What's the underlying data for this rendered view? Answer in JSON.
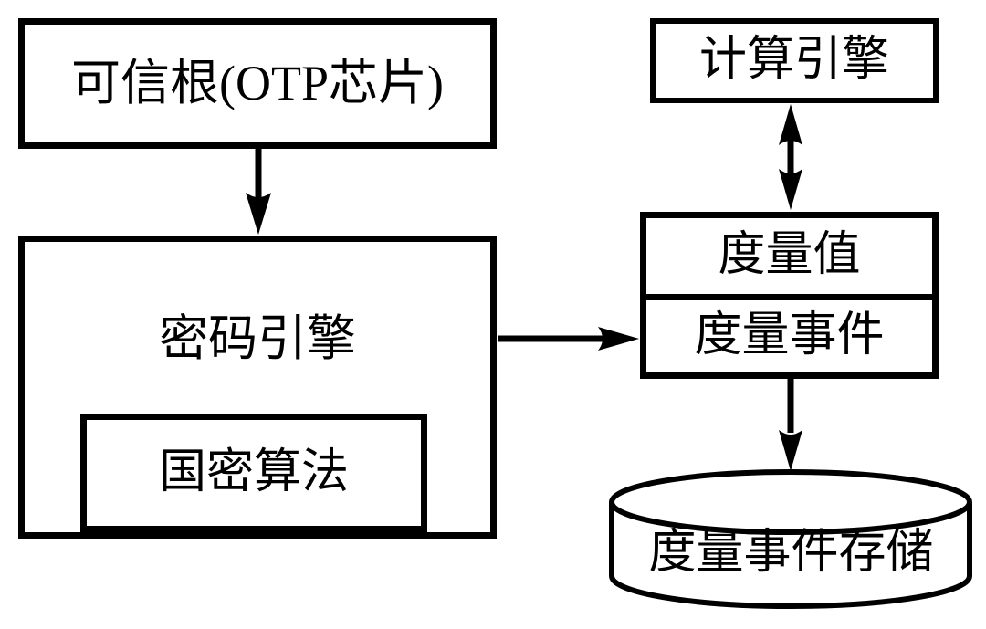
{
  "diagram": {
    "type": "block-architecture-diagram",
    "colors": {
      "background": "#ffffff",
      "stroke": "#000000",
      "text": "#000000"
    },
    "nodes": {
      "trusted_root": {
        "label": "可信根(OTP芯片)",
        "shape": "rectangle"
      },
      "crypto_engine": {
        "label": "密码引擎",
        "shape": "rectangle"
      },
      "gm_algorithm": {
        "label": "国密算法",
        "shape": "rectangle",
        "nested_in": "密码引擎"
      },
      "compute_engine": {
        "label": "计算引擎",
        "shape": "rectangle"
      },
      "measurement_value": {
        "label": "度量值",
        "shape": "rectangle-cell"
      },
      "measurement_event": {
        "label": "度量事件",
        "shape": "rectangle-cell"
      },
      "measurement_event_storage": {
        "label": "度量事件存储",
        "shape": "cylinder"
      }
    },
    "edges": [
      {
        "from": "可信根(OTP芯片)",
        "to": "密码引擎",
        "direction": "down",
        "style": "single-arrow"
      },
      {
        "from": "计算引擎",
        "to": "度量值",
        "direction": "vertical",
        "style": "double-headed-arrow"
      },
      {
        "from": "密码引擎",
        "to": "度量事件",
        "direction": "right",
        "style": "single-arrow"
      },
      {
        "from": "度量事件",
        "to": "度量事件存储",
        "direction": "down",
        "style": "single-arrow"
      }
    ]
  }
}
